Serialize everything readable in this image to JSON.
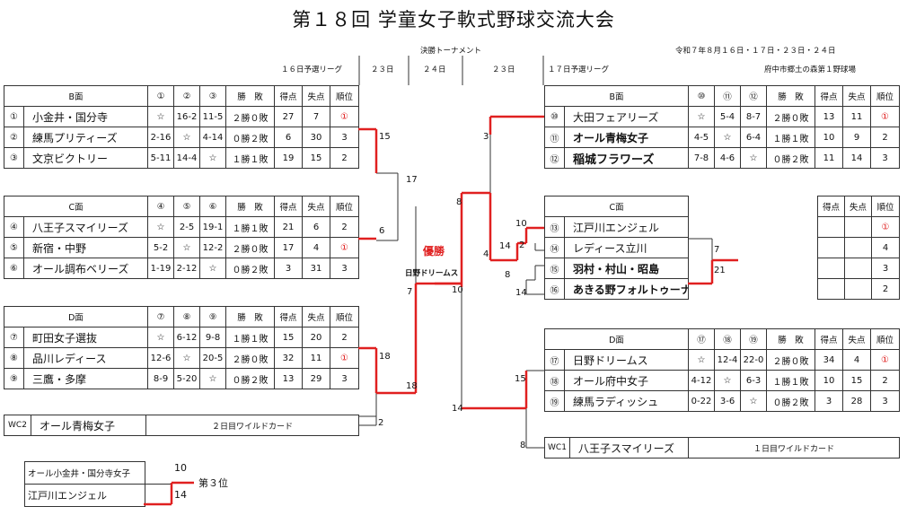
{
  "title": "第１８回 学童女子軟式野球交流大会",
  "tournament_label": "決勝トーナメント",
  "dates": "令和７年８月１６日・１７日・２３日・２４日",
  "venue": "府中市郷土の森第１野球場",
  "columns": {
    "left_league": "１６日予選リーグ",
    "d23a": "２３日",
    "d24": "２４日",
    "d23b": "２３日",
    "right_league": "１７日予選リーグ"
  },
  "headers": {
    "result": "勝　敗",
    "pts": "得点",
    "lost": "失点",
    "rank": "順位"
  },
  "groupB_left": {
    "name": "B面",
    "cols": [
      "①",
      "②",
      "③"
    ],
    "rows": [
      {
        "idx": "①",
        "team": "小金井・国分寺",
        "r": [
          "☆",
          "16-2",
          "11-5"
        ],
        "wl": "２勝０敗",
        "pts": "27",
        "lost": "7",
        "rank": "①"
      },
      {
        "idx": "②",
        "team": "練馬プリティーズ",
        "r": [
          "2-16",
          "☆",
          "4-14"
        ],
        "wl": "０勝２敗",
        "pts": "6",
        "lost": "30",
        "rank": "3"
      },
      {
        "idx": "③",
        "team": "文京ビクトリー",
        "r": [
          "5-11",
          "14-4",
          "☆"
        ],
        "wl": "１勝１敗",
        "pts": "19",
        "lost": "15",
        "rank": "2"
      }
    ]
  },
  "groupC_left": {
    "name": "C面",
    "cols": [
      "④",
      "⑤",
      "⑥"
    ],
    "rows": [
      {
        "idx": "④",
        "team": "八王子スマイリーズ",
        "r": [
          "☆",
          "2-5",
          "19-1"
        ],
        "wl": "１勝１敗",
        "pts": "21",
        "lost": "6",
        "rank": "2"
      },
      {
        "idx": "⑤",
        "team": "新宿・中野",
        "r": [
          "5-2",
          "☆",
          "12-2"
        ],
        "wl": "２勝０敗",
        "pts": "17",
        "lost": "4",
        "rank": "①"
      },
      {
        "idx": "⑥",
        "team": "オール調布ベリーズ",
        "r": [
          "1-19",
          "2-12",
          "☆"
        ],
        "wl": "０勝２敗",
        "pts": "3",
        "lost": "31",
        "rank": "3"
      }
    ]
  },
  "groupD_left": {
    "name": "D面",
    "cols": [
      "⑦",
      "⑧",
      "⑨"
    ],
    "rows": [
      {
        "idx": "⑦",
        "team": "町田女子選抜",
        "r": [
          "☆",
          "6-12",
          "9-8"
        ],
        "wl": "１勝１敗",
        "pts": "15",
        "lost": "20",
        "rank": "2"
      },
      {
        "idx": "⑧",
        "team": "品川レディース",
        "r": [
          "12-6",
          "☆",
          "20-5"
        ],
        "wl": "２勝０敗",
        "pts": "32",
        "lost": "11",
        "rank": "①"
      },
      {
        "idx": "⑨",
        "team": "三鷹・多摩",
        "r": [
          "8-9",
          "5-20",
          "☆"
        ],
        "wl": "０勝２敗",
        "pts": "13",
        "lost": "29",
        "rank": "3"
      }
    ]
  },
  "wc2": {
    "label": "WC2",
    "team": "オール青梅女子",
    "note": "２日目ワイルドカード"
  },
  "groupB_right": {
    "name": "B面",
    "cols": [
      "⑩",
      "⑪",
      "⑫"
    ],
    "rows": [
      {
        "idx": "⑩",
        "team": "大田フェアリーズ",
        "r": [
          "☆",
          "5-4",
          "8-7"
        ],
        "wl": "２勝０敗",
        "pts": "13",
        "lost": "11",
        "rank": "①"
      },
      {
        "idx": "⑪",
        "team": "オール青梅女子",
        "r": [
          "4-5",
          "☆",
          "6-4"
        ],
        "wl": "１勝１敗",
        "pts": "10",
        "lost": "9",
        "rank": "2"
      },
      {
        "idx": "⑫",
        "team": "稲城フラワーズ",
        "r": [
          "7-8",
          "4-6",
          "☆"
        ],
        "wl": "０勝２敗",
        "pts": "11",
        "lost": "14",
        "rank": "3"
      }
    ]
  },
  "groupC_right": {
    "name": "C面",
    "teams": [
      {
        "idx": "⑬",
        "team": "江戸川エンジェル",
        "rank": "①"
      },
      {
        "idx": "⑭",
        "team": "レディース立川",
        "rank": "4"
      },
      {
        "idx": "⑮",
        "team": "羽村・村山・昭島",
        "rank": "3"
      },
      {
        "idx": "⑯",
        "team": "あきる野フォルトゥーナ",
        "rank": "2"
      }
    ]
  },
  "groupD_right": {
    "name": "D面",
    "cols": [
      "⑰",
      "⑱",
      "⑲"
    ],
    "rows": [
      {
        "idx": "⑰",
        "team": "日野ドリームス",
        "r": [
          "☆",
          "12-4",
          "22-0"
        ],
        "wl": "２勝０敗",
        "pts": "34",
        "lost": "4",
        "rank": "①"
      },
      {
        "idx": "⑱",
        "team": "オール府中女子",
        "r": [
          "4-12",
          "☆",
          "6-3"
        ],
        "wl": "１勝１敗",
        "pts": "10",
        "lost": "15",
        "rank": "2"
      },
      {
        "idx": "⑲",
        "team": "練馬ラディッシュ",
        "r": [
          "0-22",
          "3-6",
          "☆"
        ],
        "wl": "０勝２敗",
        "pts": "3",
        "lost": "28",
        "rank": "3"
      }
    ]
  },
  "wc1": {
    "label": "WC1",
    "team": "八王子スマイリーズ",
    "note": "１日目ワイルドカード"
  },
  "champion": {
    "label": "優勝",
    "team": "日野ドリームス"
  },
  "third": {
    "team1": "オール小金井・国分寺女子",
    "team2": "江戸川エンジェル",
    "score1": "10",
    "score2": "14",
    "label": "第３位"
  },
  "scores": {
    "l_b": "15",
    "l_c": "6",
    "l_bc": "17",
    "l_d": "18",
    "l_wc": "2",
    "l_dwc": "18",
    "l_semi_top": "7",
    "r_b": "3",
    "r_cg_top": "10",
    "r_cg_mid": "2",
    "r_cg_lo": "8",
    "r_cg_bot": "14",
    "r_cg_out": "14",
    "r_cg_out2": "4",
    "r_bc": "8",
    "r_d": "15",
    "r_wc": "8",
    "r_dwc": "14",
    "r_semi": "10",
    "c_out1": "7",
    "c_out2": "21"
  },
  "colors": {
    "winner_line": "#e02020",
    "line": "#333333",
    "rank_first": "#d11111"
  }
}
